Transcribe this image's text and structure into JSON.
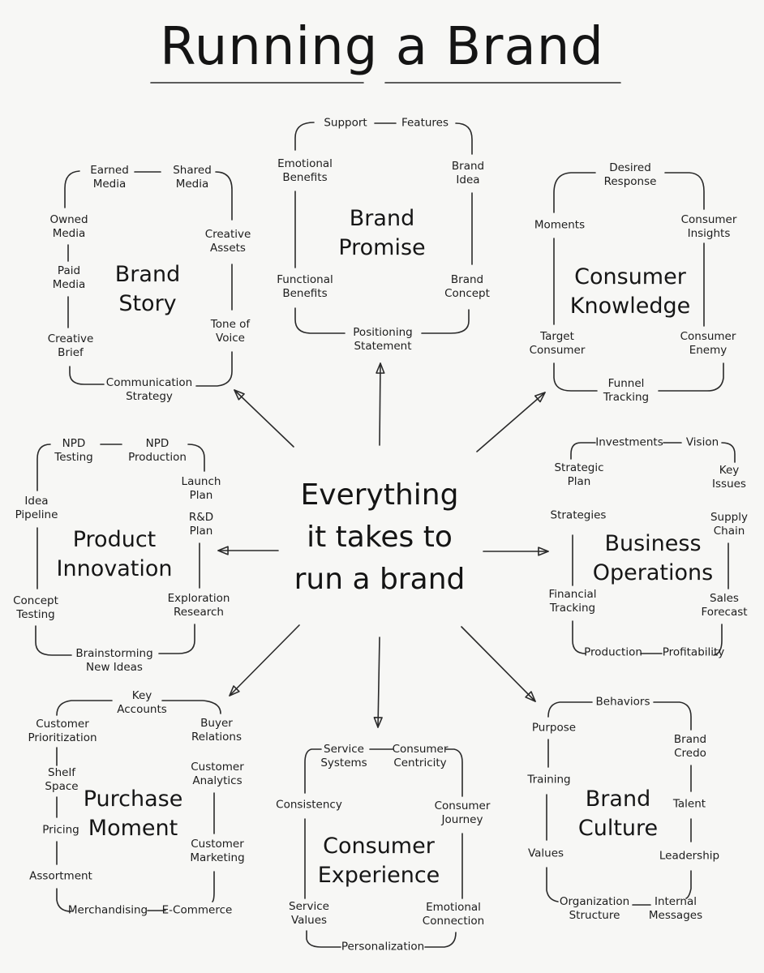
{
  "title": "Running a Brand",
  "center": [
    "Everything",
    "it takes to",
    "run a brand"
  ],
  "hubs": {
    "brand_story": {
      "title": "Brand\nStory",
      "items": [
        "Earned\nMedia",
        "Shared\nMedia",
        "Owned\nMedia",
        "Creative\nAssets",
        "Paid\nMedia",
        "Tone of\nVoice",
        "Creative\nBrief",
        "Communication\nStrategy"
      ]
    },
    "brand_promise": {
      "title": "Brand\nPromise",
      "items": [
        "Support",
        "Features",
        "Emotional\nBenefits",
        "Brand\nIdea",
        "Functional\nBenefits",
        "Brand\nConcept",
        "Positioning\nStatement"
      ]
    },
    "consumer_knowledge": {
      "title": "Consumer\nKnowledge",
      "items": [
        "Desired\nResponse",
        "Moments",
        "Consumer\nInsights",
        "Target\nConsumer",
        "Consumer\nEnemy",
        "Funnel\nTracking"
      ]
    },
    "product_innovation": {
      "title": "Product\nInnovation",
      "items": [
        "NPD\nTesting",
        "NPD\nProduction",
        "Launch\nPlan",
        "Idea\nPipeline",
        "R&D\nPlan",
        "Exploration\nResearch",
        "Concept\nTesting",
        "Brainstorming\nNew Ideas"
      ]
    },
    "business_operations": {
      "title": "Business\nOperations",
      "items": [
        "Investments",
        "Vision",
        "Strategic\nPlan",
        "Key\nIssues",
        "Strategies",
        "Supply\nChain",
        "Financial\nTracking",
        "Sales\nForecast",
        "Production",
        "Profitability"
      ]
    },
    "purchase_moment": {
      "title": "Purchase\nMoment",
      "items": [
        "Key\nAccounts",
        "Customer\nPrioritization",
        "Buyer\nRelations",
        "Shelf\nSpace",
        "Customer\nAnalytics",
        "Pricing",
        "Customer\nMarketing",
        "Assortment",
        "Merchandising",
        "E-Commerce"
      ]
    },
    "consumer_experience": {
      "title": "Consumer\nExperience",
      "items": [
        "Service\nSystems",
        "Consumer\nCentricity",
        "Consistency",
        "Consumer\nJourney",
        "Service\nValues",
        "Emotional\nConnection",
        "Personalization"
      ]
    },
    "brand_culture": {
      "title": "Brand\nCulture",
      "items": [
        "Behaviors",
        "Purpose",
        "Brand\nCredo",
        "Training",
        "Talent",
        "Values",
        "Leadership",
        "Organization\nStructure",
        "Internal\nMessages"
      ]
    }
  }
}
